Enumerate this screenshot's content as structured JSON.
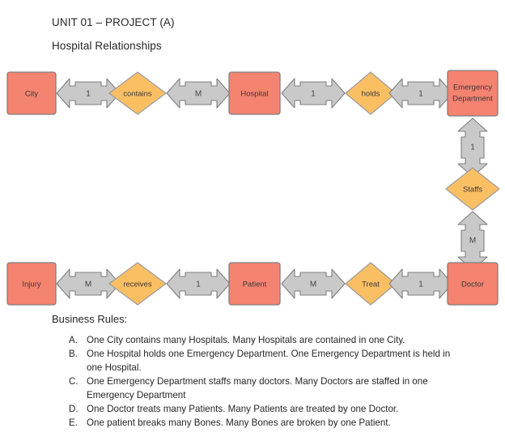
{
  "document": {
    "title": "UNIT 01 – PROJECT (A)",
    "subtitle": "Hospital Relationships"
  },
  "colors": {
    "entity_fill": "#F4836F",
    "entity_stroke": "#808080",
    "relationship_fill": "#FBBF63",
    "relationship_stroke": "#9E9E9E",
    "arrow_fill": "#C9C9C9",
    "arrow_stroke": "#7F7F7F",
    "text": "#3A3A3A",
    "background": "#FFFFFF"
  },
  "diagram": {
    "entities": [
      {
        "id": "city",
        "label": "City"
      },
      {
        "id": "hospital",
        "label": "Hospital"
      },
      {
        "id": "emergency_department",
        "label": "Emergency",
        "label2": "Department"
      },
      {
        "id": "doctor",
        "label": "Doctor"
      },
      {
        "id": "patient",
        "label": "Patient"
      },
      {
        "id": "injury",
        "label": "Injury"
      }
    ],
    "relationships": [
      {
        "id": "contains",
        "label": "contains"
      },
      {
        "id": "holds",
        "label": "holds"
      },
      {
        "id": "staffs",
        "label": "Staffs"
      },
      {
        "id": "treat",
        "label": "Treat"
      },
      {
        "id": "receives",
        "label": "receives"
      }
    ],
    "connectors": [
      {
        "id": "city-contains",
        "cardinality": "1",
        "orientation": "horizontal"
      },
      {
        "id": "contains-hospital",
        "cardinality": "M",
        "orientation": "horizontal"
      },
      {
        "id": "hospital-holds",
        "cardinality": "1",
        "orientation": "horizontal"
      },
      {
        "id": "holds-emergency",
        "cardinality": "1",
        "orientation": "horizontal"
      },
      {
        "id": "emergency-staffs",
        "cardinality": "1",
        "orientation": "vertical"
      },
      {
        "id": "staffs-doctor",
        "cardinality": "M",
        "orientation": "vertical"
      },
      {
        "id": "injury-receives",
        "cardinality": "M",
        "orientation": "horizontal"
      },
      {
        "id": "receives-patient",
        "cardinality": "1",
        "orientation": "horizontal"
      },
      {
        "id": "patient-treat",
        "cardinality": "M",
        "orientation": "horizontal"
      },
      {
        "id": "treat-doctor",
        "cardinality": "1",
        "orientation": "horizontal"
      }
    ]
  },
  "business_rules": {
    "heading": "Business Rules:",
    "items": [
      {
        "marker": "A.",
        "text": "One City contains many Hospitals. Many Hospitals are contained in one City."
      },
      {
        "marker": "B.",
        "text": "One Hospital holds one Emergency Department. One Emergency Department is held in one Hospital."
      },
      {
        "marker": "C.",
        "text": "One Emergency Department staffs many doctors. Many Doctors are staffed in one Emergency Department"
      },
      {
        "marker": "D.",
        "text": "One Doctor treats many Patients. Many Patients are treated by one Doctor."
      },
      {
        "marker": "E.",
        "text": "One patient breaks many Bones. Many Bones are broken by one Patient."
      }
    ]
  }
}
